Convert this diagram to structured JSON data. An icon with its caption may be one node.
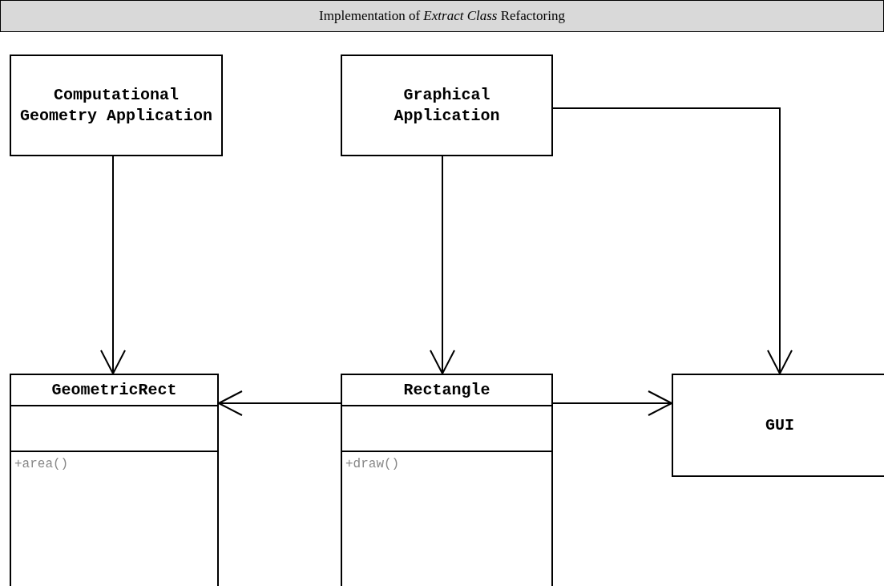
{
  "diagram": {
    "title": "Implementation of *Extract Class* Refactoring",
    "nodes": [
      {
        "text": [
          "Computational Geometry Application"
        ]
      },
      {
        "text": [
          "Graphical Application"
        ]
      },
      {
        "text": [
          "GeometricRect",
          "+area()"
        ]
      },
      {
        "text": [
          "Rectangle",
          "+draw()"
        ]
      },
      {
        "text": [
          "GUI"
        ]
      }
    ],
    "edges": [
      {
        "from": 0,
        "to": 2,
        "arrow": "to"
      },
      {
        "from": 1,
        "to": 3,
        "arrow": "to"
      },
      {
        "from": 1,
        "to": 4,
        "arrow": "to"
      },
      {
        "from": 3,
        "to": 2,
        "arrow": "to"
      },
      {
        "from": 3,
        "to": 4,
        "arrow": "to"
      }
    ]
  }
}
